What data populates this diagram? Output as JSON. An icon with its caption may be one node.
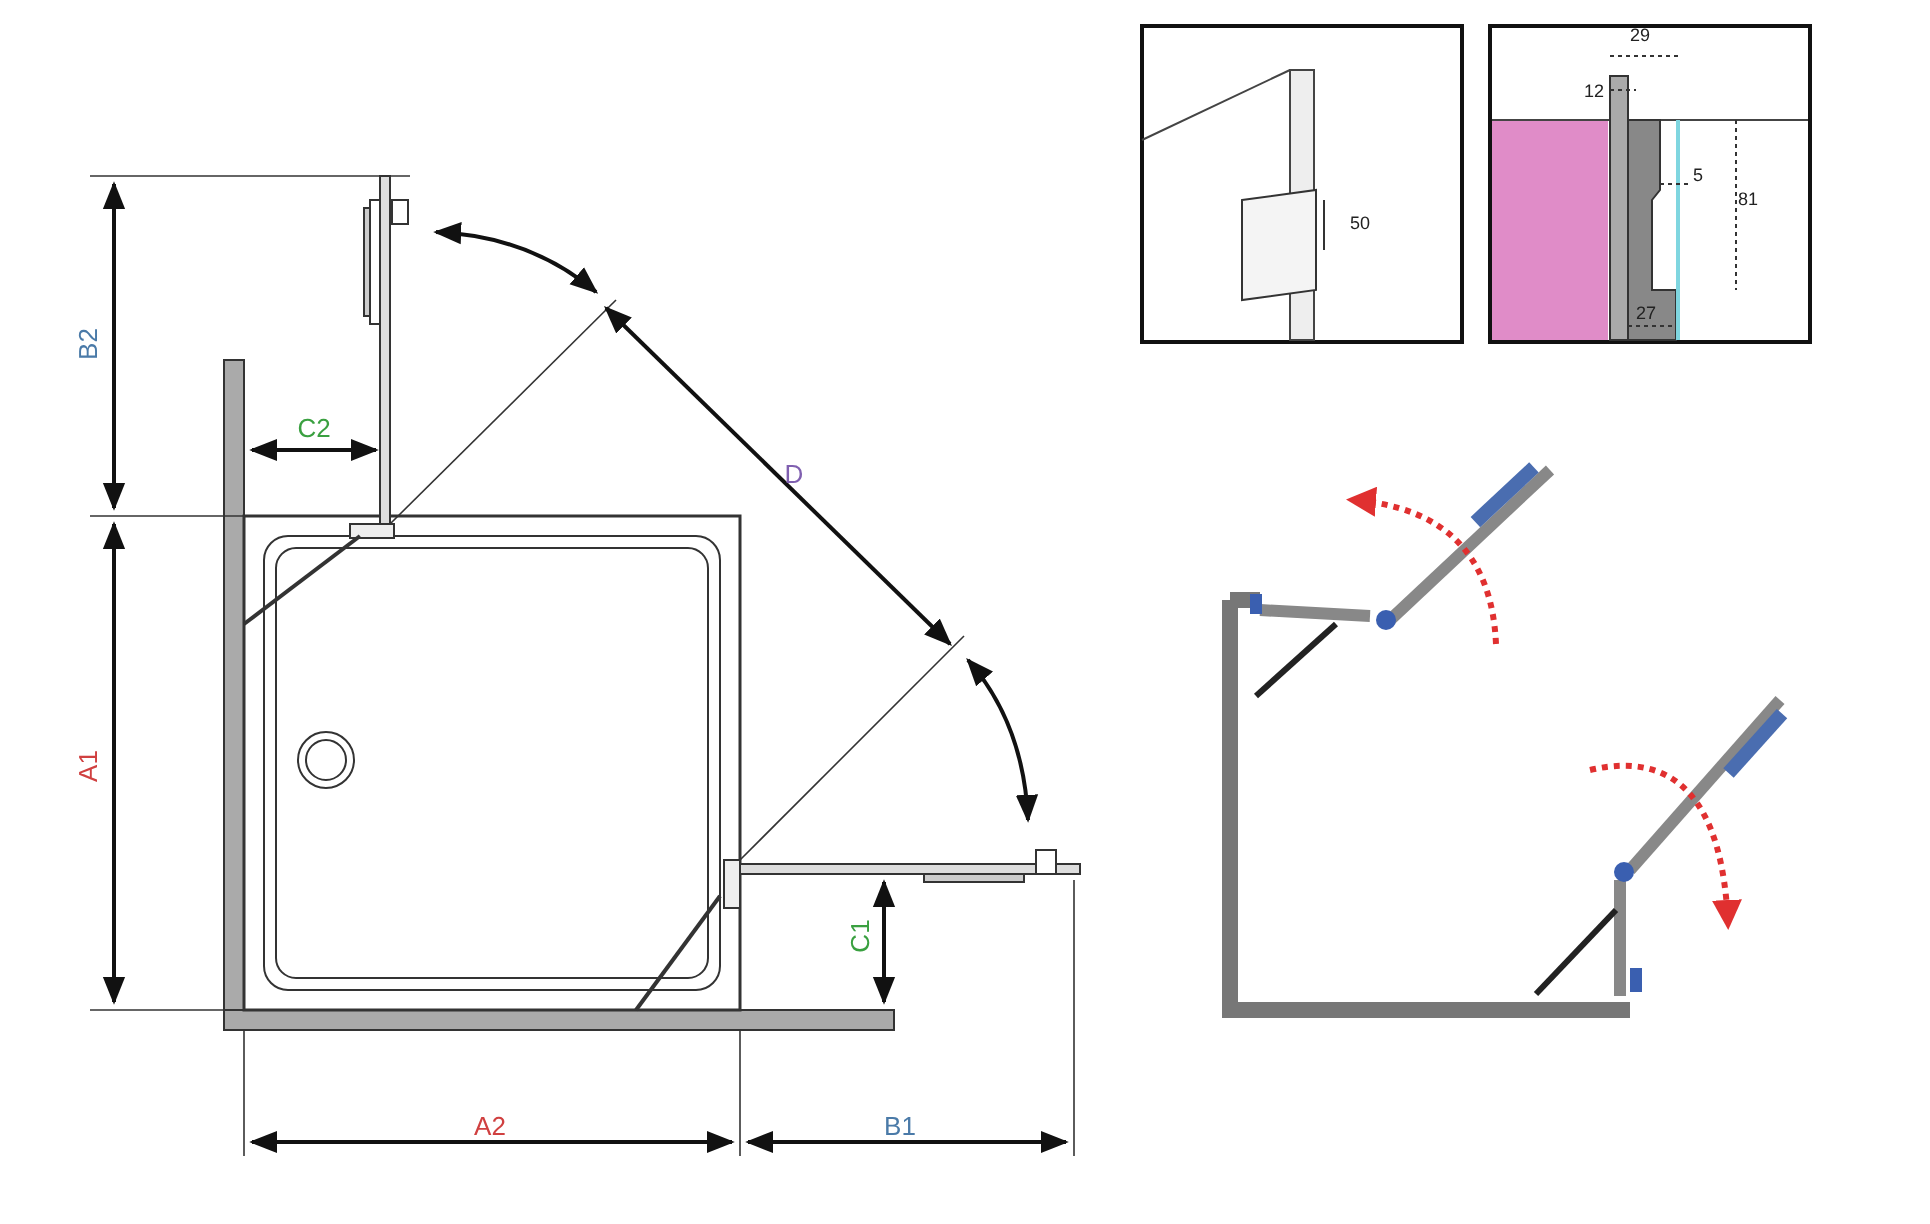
{
  "diagram": {
    "labels": [
      "B2",
      "C2",
      "D",
      "A1",
      "C1",
      "A2",
      "B1",
      "50",
      "29",
      "12",
      "5",
      "81",
      "27"
    ]
  }
}
